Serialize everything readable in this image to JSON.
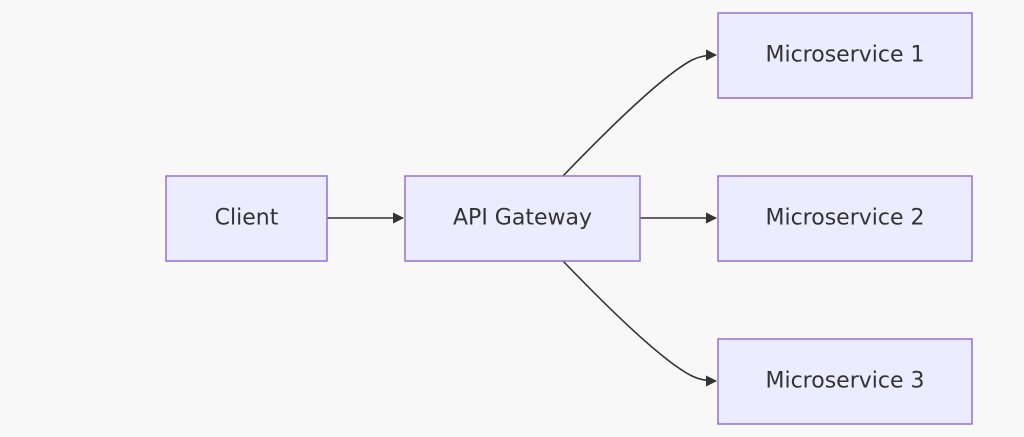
{
  "diagram": {
    "colors": {
      "background": "#f8f8f8",
      "node_fill": "#ececff",
      "node_stroke": "#9370db",
      "edge": "#333333",
      "text": "#333333"
    },
    "nodes": {
      "client": "Client",
      "gateway": "API Gateway",
      "ms1": "Microservice 1",
      "ms2": "Microservice 2",
      "ms3": "Microservice 3"
    },
    "edges": [
      {
        "from": "Client",
        "to": "API Gateway"
      },
      {
        "from": "API Gateway",
        "to": "Microservice 1"
      },
      {
        "from": "API Gateway",
        "to": "Microservice 2"
      },
      {
        "from": "API Gateway",
        "to": "Microservice 3"
      }
    ]
  }
}
